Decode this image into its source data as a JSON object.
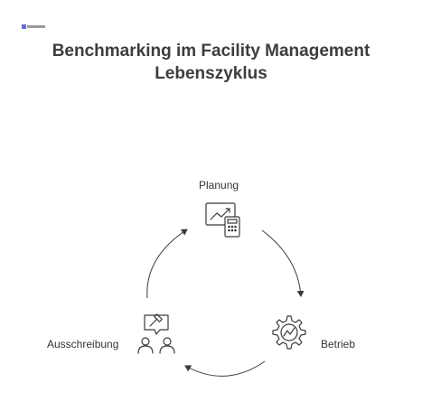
{
  "header": {
    "title_line1": "Benchmarking im Facility Management",
    "title_line2": "Lebenszyklus"
  },
  "logo": {
    "icon": "brand-logo"
  },
  "cycle": {
    "nodes": [
      {
        "id": "planung",
        "label": "Planung",
        "icon": "chart-calculator-icon"
      },
      {
        "id": "betrieb",
        "label": "Betrieb",
        "icon": "gear-chart-icon"
      },
      {
        "id": "ausschreibung",
        "label": "Ausschreibung",
        "icon": "auction-people-icon"
      }
    ],
    "edges": [
      {
        "from": "planung",
        "to": "betrieb"
      },
      {
        "from": "betrieb",
        "to": "ausschreibung"
      },
      {
        "from": "ausschreibung",
        "to": "planung"
      }
    ]
  },
  "colors": {
    "stroke": "#3a3a3a",
    "title": "#3d3d3d",
    "background": "#ffffff"
  }
}
